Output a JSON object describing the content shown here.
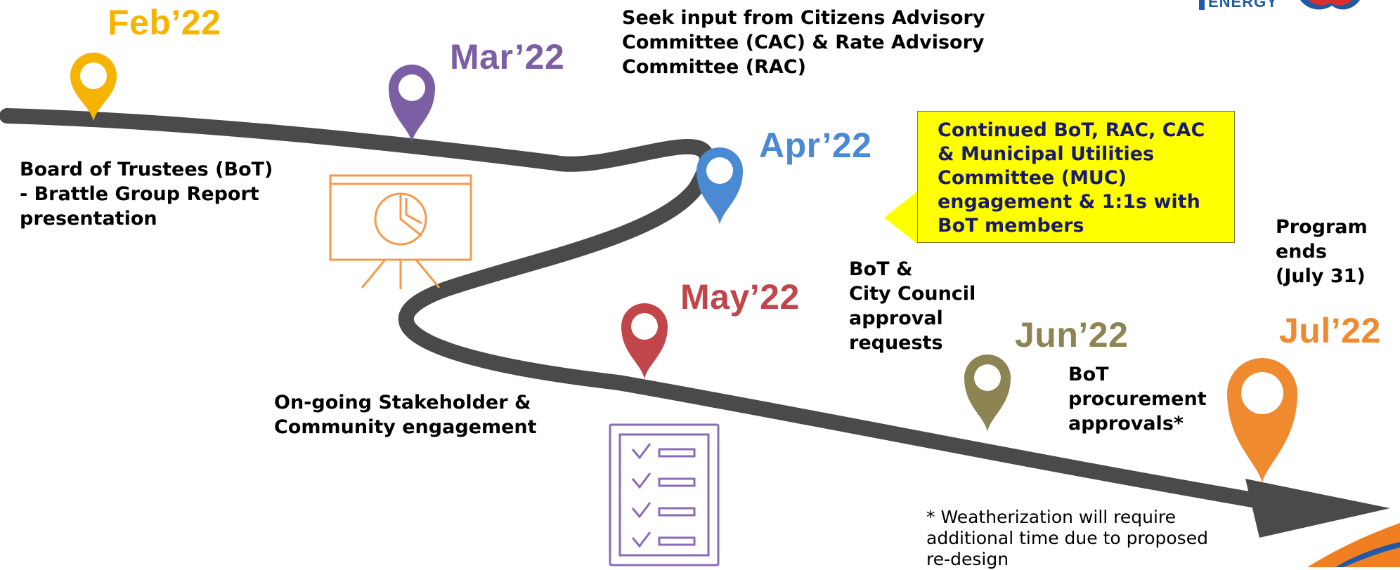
{
  "months": [
    {
      "label": "Feb’22",
      "color": "#f6b400"
    },
    {
      "label": "Mar’22",
      "color": "#7b5ea4"
    },
    {
      "label": "Apr’22",
      "color": "#4a8ad2"
    },
    {
      "label": "May’22",
      "color": "#c0464b"
    },
    {
      "label": "Jun’22",
      "color": "#8d8454"
    },
    {
      "label": "Jul’22",
      "color": "#f08a2e"
    }
  ],
  "notes": {
    "feb": "Board of Trustees (BoT)\n- Brattle Group Report\npresentation",
    "mar": "Seek input from Citizens Advisory\nCommittee (CAC) & Rate Advisory\nCommittee (RAC)",
    "may": "On-going Stakeholder &\nCommunity engagement",
    "approval": "BoT &\nCity Council\napproval\nrequests",
    "procurement": "BoT\nprocurement\napprovals*",
    "program_ends": "Program\nends\n(July 31)"
  },
  "callout": "Continued BoT, RAC, CAC\n& Municipal Utilities\nCommittee (MUC)\nengagement & 1:1s with\nBoT members",
  "footnote": "* Weatherization will require\nadditional time due to proposed\nre-design",
  "logo": {
    "text": "ENERGY"
  },
  "icons": [
    "presentation-board-icon",
    "checklist-icon",
    "map-pin-icon",
    "energy-logo"
  ],
  "colors": {
    "road": "#4a4a4a",
    "callout_fill": "#ffff00",
    "callout_text": "#1a1a6b",
    "presentation_icon": "#f59a4a",
    "checklist_icon": "#8a6bb8",
    "logo_blue": "#1e5aa8",
    "logo_orange": "#f07f22"
  }
}
